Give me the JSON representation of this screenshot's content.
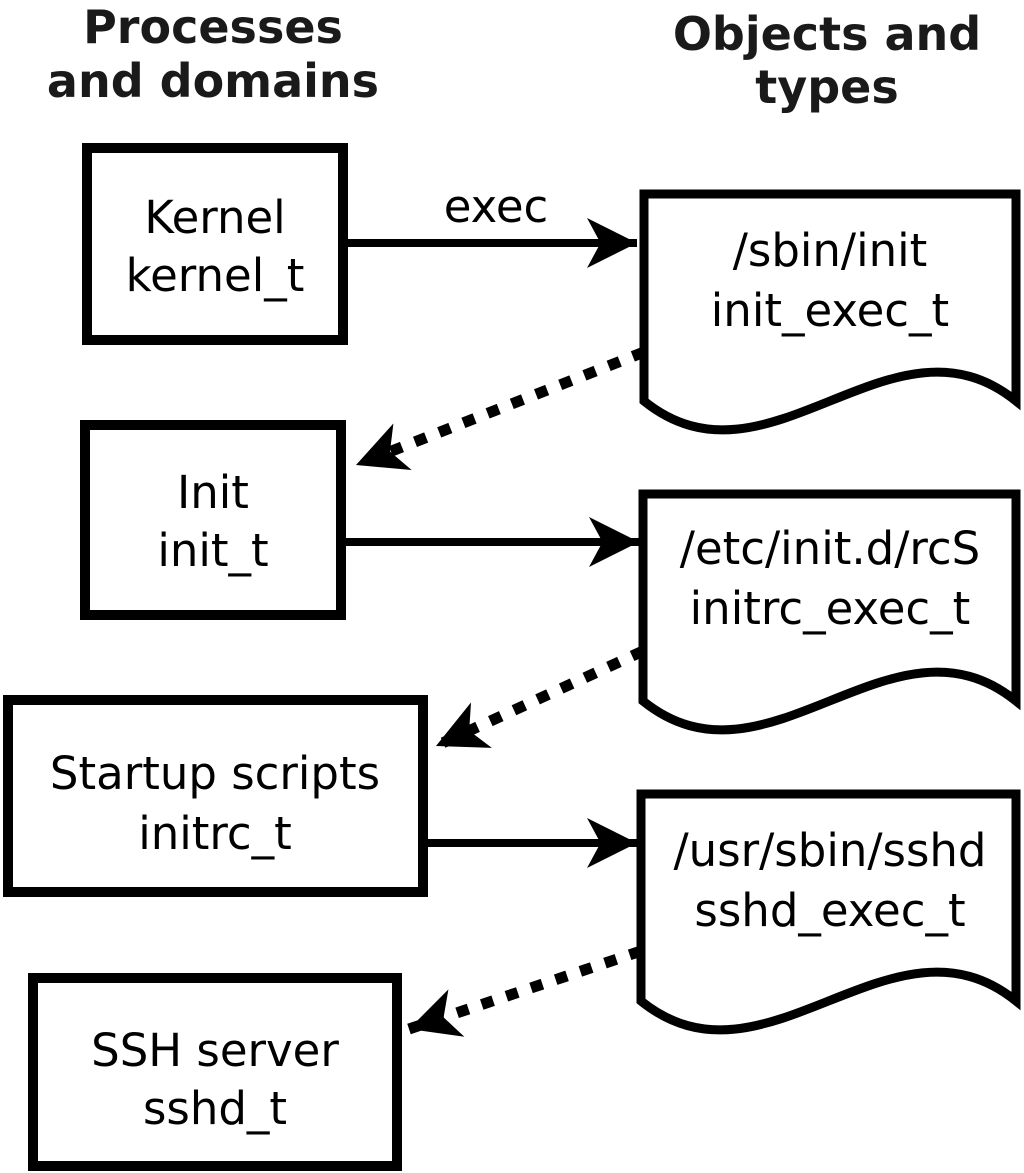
{
  "colors": {
    "ink": "#000000",
    "header_ink": "#1a1a1a",
    "background": "#ffffff"
  },
  "headers": {
    "left": {
      "line1": "Processes",
      "line2": "and domains"
    },
    "right": {
      "line1": "Objects and",
      "line2": "types"
    }
  },
  "edge_labels": {
    "exec": "exec"
  },
  "processes": [
    {
      "label": "Kernel",
      "domain": "kernel_t"
    },
    {
      "label": "Init",
      "domain": "init_t"
    },
    {
      "label": "Startup scripts",
      "domain": "initrc_t"
    },
    {
      "label": "SSH server",
      "domain": "sshd_t"
    }
  ],
  "objects": [
    {
      "path": "/sbin/init",
      "type": "init_exec_t"
    },
    {
      "path": "/etc/init.d/rcS",
      "type": "initrc_exec_t"
    },
    {
      "path": "/usr/sbin/sshd",
      "type": "sshd_exec_t"
    }
  ]
}
